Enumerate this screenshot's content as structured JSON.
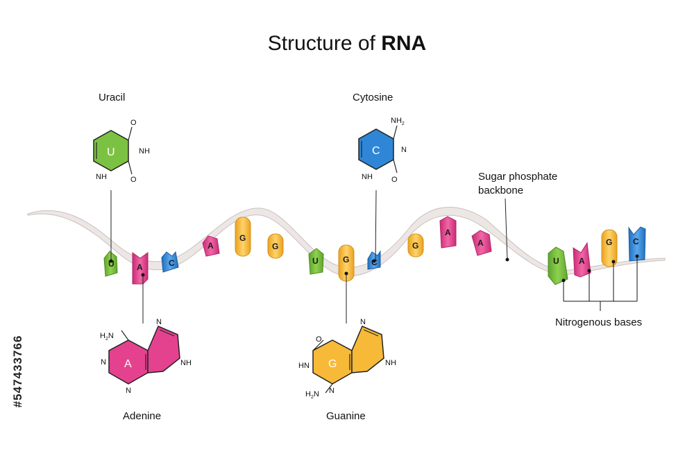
{
  "title": {
    "prefix": "Structure of ",
    "bold": "RNA"
  },
  "labels": {
    "uracil": "Uracil",
    "cytosine": "Cytosine",
    "adenine": "Adenine",
    "guanine": "Guanine",
    "backbone_line1": "Sugar phosphate",
    "backbone_line2": "backbone",
    "nitrogenous": "Nitrogenous bases"
  },
  "molecules": {
    "uracil": {
      "letter": "U",
      "atoms": {
        "o1": "O",
        "nh1": "NH",
        "o2": "O",
        "nh2": "NH"
      }
    },
    "cytosine": {
      "letter": "C",
      "atoms": {
        "nh2": "NH",
        "sub2": "2",
        "n": "N",
        "o": "O",
        "nh": "NH"
      }
    },
    "adenine": {
      "letter": "A",
      "atoms": {
        "h2n": "H",
        "sub2": "2",
        "n_top": "N",
        "n_left": "N",
        "n_bot": "N",
        "nh": "NH",
        "n_h": "N"
      }
    },
    "guanine": {
      "letter": "G",
      "atoms": {
        "o": "O",
        "n_top": "N",
        "hn": "HN",
        "nh": "NH",
        "n_bot": "N",
        "h2n": "H",
        "sub2": "2",
        "n_h": "N"
      }
    }
  },
  "strand_bases": [
    "U",
    "A",
    "C",
    "A",
    "G",
    "G",
    "U",
    "G",
    "C",
    "G",
    "A",
    "A"
  ],
  "legend_bases": [
    "U",
    "A",
    "G",
    "C"
  ],
  "watermark": "#547433766",
  "colors": {
    "uracil": "#7cc242",
    "cytosine": "#2f86d6",
    "adenine": "#e4428f",
    "guanine": "#f7b938",
    "backbone": "#ece7e5",
    "backbone_edge": "#c9c0bd"
  }
}
